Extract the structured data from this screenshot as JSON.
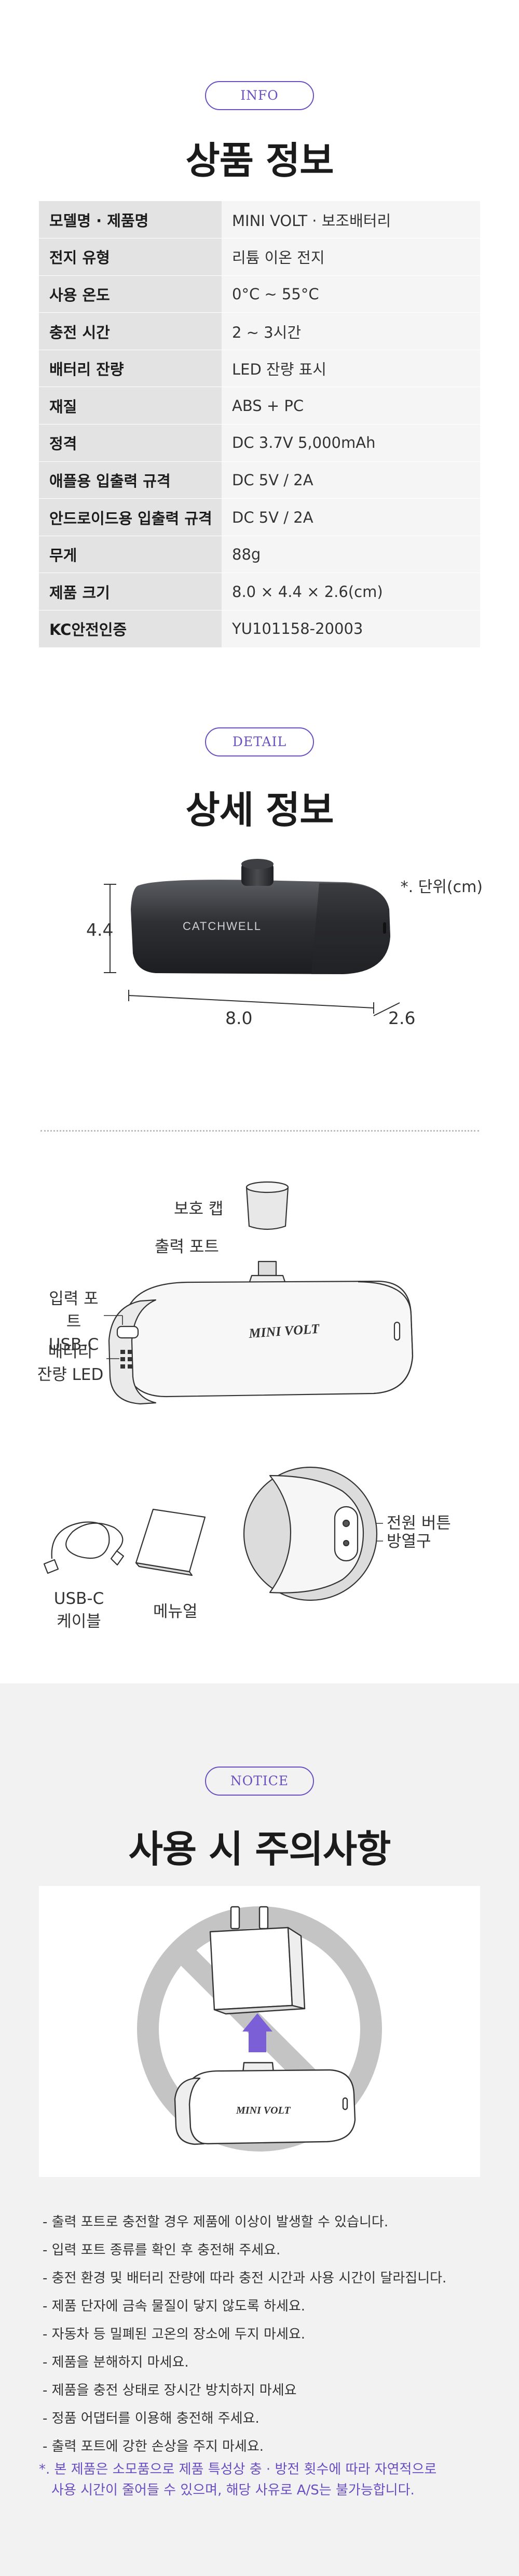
{
  "info": {
    "badge": "INFO",
    "title": "상품 정보",
    "specs": [
      {
        "key": "모델명 · 제품명",
        "value": "MINI VOLT · 보조배터리"
      },
      {
        "key": "전지 유형",
        "value": "리튬 이온 전지"
      },
      {
        "key": "사용 온도",
        "value": "0°C ~ 55°C"
      },
      {
        "key": "충전 시간",
        "value": "2 ~ 3시간"
      },
      {
        "key": "배터리 잔량",
        "value": "LED 잔량 표시"
      },
      {
        "key": "재질",
        "value": "ABS + PC"
      },
      {
        "key": "정격",
        "value": "DC 3.7V 5,000mAh"
      },
      {
        "key": "애플용 입출력 규격",
        "value": "DC 5V / 2A"
      },
      {
        "key": "안드로이드용 입출력 규격",
        "value": "DC 5V / 2A"
      },
      {
        "key": "무게",
        "value": "88g"
      },
      {
        "key": "제품 크기",
        "value": "8.0 × 4.4 × 2.6(cm)"
      },
      {
        "key": "KC안전인증",
        "value": "YU101158-20003"
      }
    ]
  },
  "detail": {
    "badge": "DETAIL",
    "title": "상세 정보",
    "unit_note": "*. 단위(cm)",
    "dims": {
      "height": "4.4",
      "width": "8.0",
      "depth": "2.6"
    },
    "product_logo": "CATCHWELL",
    "device_logo": "MINI VOLT",
    "labels": {
      "cap": "보호 캡",
      "output": "출력 포트",
      "input_1": "입력 포트",
      "input_2": "USB-C",
      "led_1": "배터리",
      "led_2": "잔량 LED",
      "power": "전원 버튼",
      "vent": "방열구",
      "cable_1": "USB-C",
      "cable_2": "케이블",
      "manual": "메뉴얼"
    }
  },
  "notice": {
    "badge": "NOTICE",
    "title": "사용 시 주의사항",
    "device_logo": "MINI VOLT",
    "items": [
      "- 출력 포트로 충전할 경우 제품에 이상이 발생할 수 있습니다.",
      "- 입력 포트 종류를 확인 후 충전해 주세요.",
      "- 충전 환경 및 배터리 잔량에 따라 충전 시간과 사용 시간이 달라집니다.",
      "- 제품 단자에 금속 물질이 닿지 않도록 하세요.",
      "- 자동차 등 밀폐된 고온의 장소에 두지 마세요.",
      "- 제품을 분해하지 마세요.",
      "- 제품을 충전 상태로 장시간 방치하지 마세요",
      "- 정품 어댑터를 이용해 충전해 주세요.",
      "- 출력 포트에 강한 손상을 주지 마세요."
    ],
    "warning_1": "*. 본 제품은 소모품으로 제품 특성상 충 · 방전 횟수에 따라 자연적으로",
    "warning_2": "사용 시간이 줄어들 수 있으며, 해당 사유로 A/S는 불가능합니다."
  },
  "colors": {
    "accent": "#6a4fc2",
    "key_bg": "#e3e3e3",
    "value_bg": "#f5f5f5",
    "notice_bg": "#f2f2f2"
  }
}
